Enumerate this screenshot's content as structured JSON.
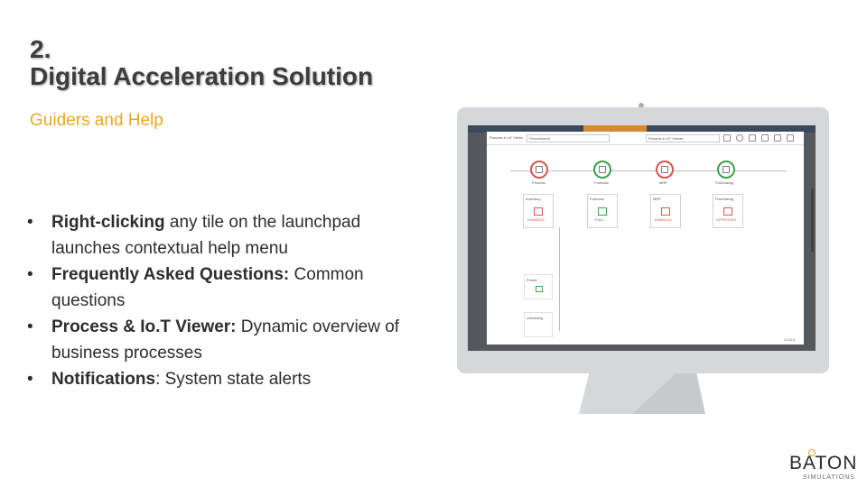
{
  "slide": {
    "number": "2.",
    "title": "Digital Acceleration Solution",
    "subtitle": "Guiders and Help",
    "colors": {
      "subtitle": "#e8a91c",
      "title": "#3d3d3d",
      "node_green": "#3aa04a",
      "node_red": "#d9534f"
    }
  },
  "bullets": [
    {
      "bold": "Right-clicking",
      "text": " any tile on the launchpad launches contextual help menu"
    },
    {
      "bold": "Frequently Asked Questions:",
      "text": " Common questions"
    },
    {
      "bold": "Process & Io.T Viewer:",
      "text": " Dynamic overview of business processes"
    },
    {
      "bold": "Notifications",
      "text": ": System state alerts"
    }
  ],
  "screen_app": {
    "toolbar": {
      "label": "Process & IoT Views",
      "select_value": "Procurement",
      "view_label": "Process & IoT Viewer"
    },
    "nodes": [
      {
        "label": "Process",
        "status": "red"
      },
      {
        "label": "Forecast",
        "status": "green"
      },
      {
        "label": "MRP",
        "status": "red"
      },
      {
        "label": "Purchasing",
        "status": "green"
      }
    ],
    "cards": [
      {
        "label": "Inventory",
        "status_text": "ENABLED",
        "status": "red"
      },
      {
        "label": "Forecast",
        "status_text": "FULL",
        "status": "green"
      },
      {
        "label": "MRP",
        "status_text": "ENABLED",
        "status": "red"
      },
      {
        "label": "Purchasing",
        "status_text": "APPROVED",
        "status": "red"
      }
    ],
    "side_cards": [
      {
        "label": "Priced"
      },
      {
        "label": "Unloading"
      }
    ],
    "footer": "1.0.0.0"
  },
  "logo": {
    "main": "BATON",
    "sub": "SIMULATIONS",
    "accent_color": "#e8a91c"
  }
}
